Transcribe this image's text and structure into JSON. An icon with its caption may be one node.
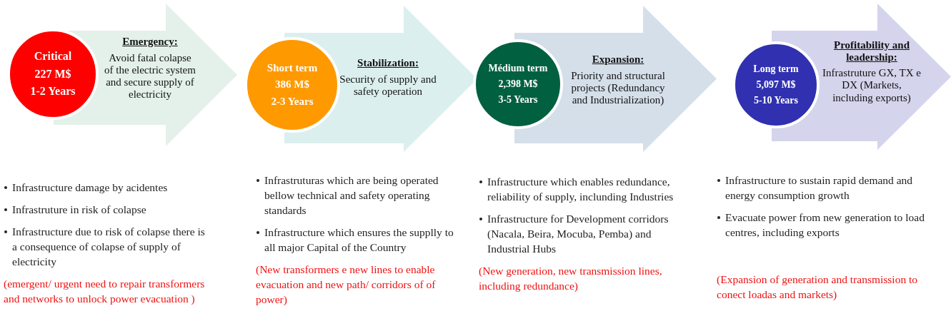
{
  "diagram": {
    "nodes": [
      {
        "text": [
          "Critical",
          "227 M$",
          "1-2 Years"
        ]
      },
      {
        "text": [
          "Emergency:",
          "Avoid fatal colapse of the electric  system and secure supply of electricity"
        ]
      },
      {
        "text": [
          "Short term",
          "386 M$",
          "2-3 Years"
        ]
      },
      {
        "text": [
          "Stabilization:",
          "Security of supply and safety operation"
        ]
      },
      {
        "text": [
          "Médium term",
          "2,398 M$",
          "3-5 Years"
        ]
      },
      {
        "text": [
          "Expansion:",
          "Priority and structural projects (Redundancy and Industrialization)"
        ]
      },
      {
        "text": [
          "Long term",
          "5,097 M$",
          "5-10 Years"
        ]
      },
      {
        "text": [
          "Profitability and leadership:",
          "Infrastruture GX, TX e DX (Markets, including exports)"
        ]
      }
    ],
    "labels": [
      "Infrastructure damage by acidentes",
      "Infrastruture in risk of colapse",
      "Infrastructure due to risk of colapse there is a consequence of colapse of supply of electricity",
      "(emergent/ urgent need to repair transformers and networks to unlock power evacuation )",
      "Infrastruturas which are being operated bellow technical and safety operating standards",
      "Infrastructure which ensures the supplly  to all major Capital of the Country",
      "(New transformers e new lines to enable evacuation and new path/ corridors of of power)",
      "Infrastructure which enables redundance, reliability of supply, inclunding Industries",
      "Infrastructure for Development corridors  (Nacala, Beira, Mocuba, Pemba) and Industrial Hubs",
      "(New generation, new transmission lines, including redundance)",
      "Infrastructure to sustain rapid demand and energy consumption growth",
      "Evacuate power from new generation to load centres, including exports",
      "(Expansion of generation and transmission to conect loadas and markets)"
    ]
  }
}
